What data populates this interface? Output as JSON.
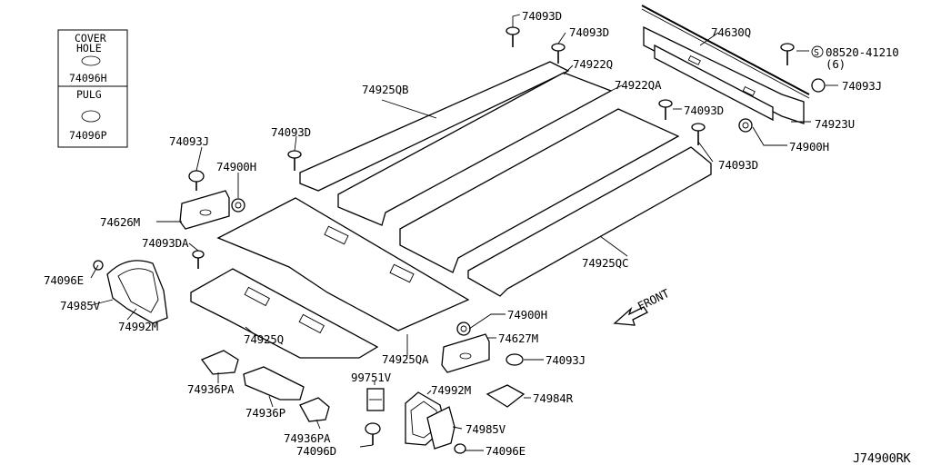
{
  "legend": {
    "cover_hole_line1": "COVER",
    "cover_hole_line2": "HOLE",
    "cover_hole_part": "74096H",
    "plug_label": "PULG",
    "plug_part": "74096P"
  },
  "callouts": {
    "p74093D_top": "74093D",
    "p74093D_2": "74093D",
    "p74630Q": "74630Q",
    "p08520": "08520-41210",
    "p08520_qty": "(6)",
    "p74922Q": "74922Q",
    "p74925QB": "74925QB",
    "p74922QA": "74922QA",
    "p74093J_right": "74093J",
    "p74093D_3": "74093D",
    "p74923U": "74923U",
    "p74900H_right": "74900H",
    "p74093D_4": "74093D",
    "p74093J_left": "74093J",
    "p74093D_5": "74093D",
    "p74900H_left": "74900H",
    "p74626M": "74626M",
    "p74093DA": "74093DA",
    "p74096E_left": "74096E",
    "p74985V_left": "74985V",
    "p74992M_left": "74992M",
    "p74925QC": "74925QC",
    "p74925Q": "74925Q",
    "p74925QA": "74925QA",
    "p74900H_mid": "74900H",
    "p74627M": "74627M",
    "p74093J_mid": "74093J",
    "p99751V": "99751V",
    "p74992M_right": "74992M",
    "p74984R": "74984R",
    "p74985V_right": "74985V",
    "p74096E_right": "74096E",
    "p74936PA_1": "74936PA",
    "p74936P": "74936P",
    "p74936PA_2": "74936PA",
    "p74096D": "74096D",
    "front": "FRONT",
    "s_symbol": "S",
    "diagram_id": "J74900RK"
  }
}
